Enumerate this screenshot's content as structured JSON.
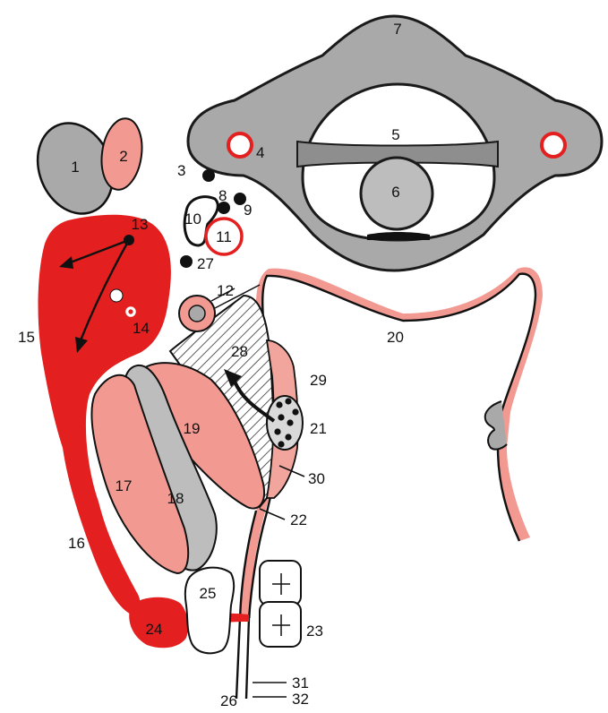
{
  "figure": {
    "colors": {
      "red": "#e31f1f",
      "pink": "#f29a92",
      "pink_light": "#f6b6ae",
      "gray": "#a9a9a9",
      "gray_light": "#c6c6c6",
      "gray_dark": "#8e8e8e",
      "outline": "#1a1a1a",
      "background": "#ffffff"
    },
    "labels": {
      "l1": "1",
      "l2": "2",
      "l3": "3",
      "l4": "4",
      "l5": "5",
      "l6": "6",
      "l7": "7",
      "l8": "8",
      "l9": "9",
      "l10": "10",
      "l11": "11",
      "l12": "12",
      "l13": "13",
      "l14": "14",
      "l15": "15",
      "l16": "16",
      "l17": "17",
      "l18": "18",
      "l19": "19",
      "l20": "20",
      "l21": "21",
      "l22": "22",
      "l23": "23",
      "l24": "24",
      "l25": "25",
      "l26": "26",
      "l27": "27",
      "l28": "28",
      "l29": "29",
      "l30": "30",
      "l31": "31",
      "l32": "32"
    }
  }
}
